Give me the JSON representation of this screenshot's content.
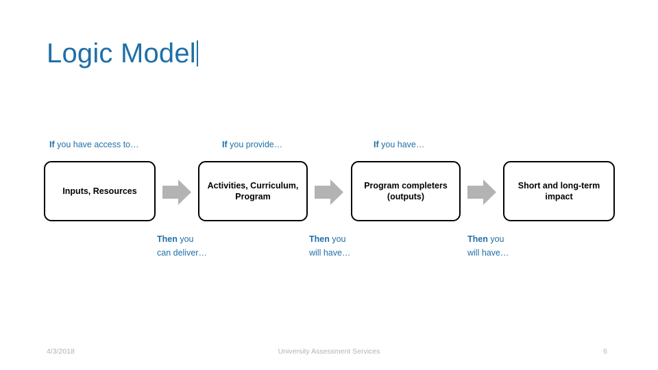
{
  "slide": {
    "title": "Logic Model",
    "background_color": "#ffffff",
    "accent_color": "#1F6FA8",
    "box_border_color": "#000000",
    "arrow_color": "#b3b3b3",
    "footer_color": "#b2b2b2"
  },
  "top_labels": [
    {
      "lead": "If",
      "rest": " you have access to…"
    },
    {
      "lead": "If",
      "rest": " you provide…"
    },
    {
      "lead": "If",
      "rest": " you have…"
    }
  ],
  "boxes": [
    {
      "line1": "Inputs, Resources",
      "line2": ""
    },
    {
      "line1": "Activities, Curriculum,",
      "line2": "Program"
    },
    {
      "line1": "Program completers",
      "line2": "(outputs)"
    },
    {
      "line1": "Short and long-term",
      "line2": "impact"
    }
  ],
  "arrows": [
    {
      "name": "arrow-inputs-to-activities"
    },
    {
      "name": "arrow-activities-to-completers"
    },
    {
      "name": "arrow-completers-to-impact"
    }
  ],
  "bottom_labels": [
    {
      "lead": "Then",
      "rest": " you",
      "line2": "can deliver…"
    },
    {
      "lead": "Then",
      "rest": " you",
      "line2": "will have…"
    },
    {
      "lead": "Then",
      "rest": " you",
      "line2": "will have…"
    }
  ],
  "footer": {
    "date": "4/3/2018",
    "center": "University Assessment Services",
    "page_number": "6"
  }
}
